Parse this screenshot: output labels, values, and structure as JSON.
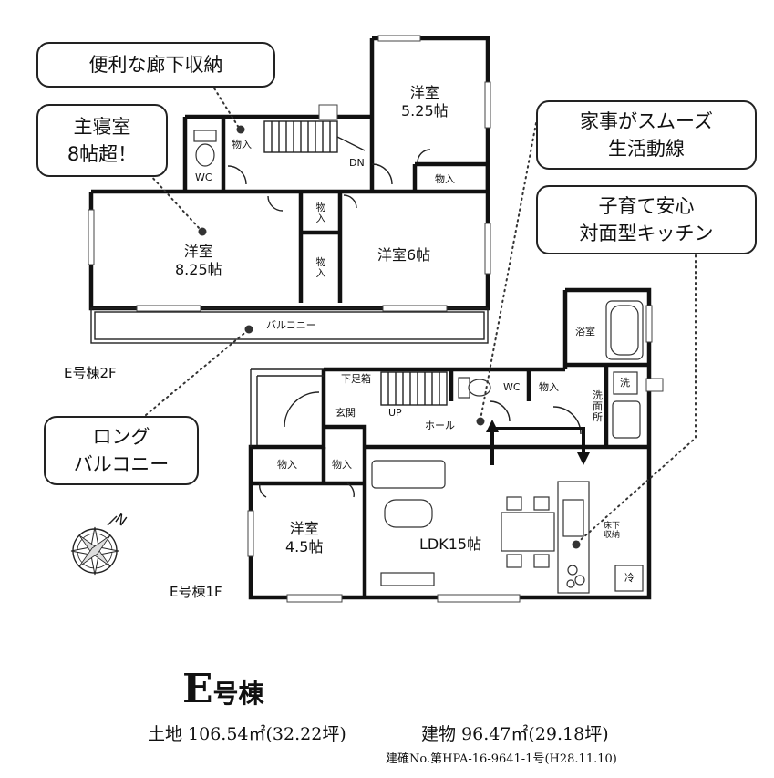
{
  "callouts": {
    "corridor_storage": "便利な廊下収納",
    "master_bedroom": [
      "主寝室",
      "8帖超！"
    ],
    "housework": [
      "家事がスムーズ",
      "生活動線"
    ],
    "kitchen": [
      "子育て安心",
      "対面型キッチン"
    ],
    "balcony": [
      "ロング",
      "バルコニー"
    ]
  },
  "floor2": {
    "label": "E号棟2F",
    "rooms": {
      "west_top": [
        "洋室",
        "5.25帖"
      ],
      "west_large": [
        "洋室",
        "8.25帖"
      ],
      "west_6": "洋室6帖",
      "balcony": "バルコニー"
    },
    "storage": "物入",
    "wc": "WC",
    "dn": "DN"
  },
  "floor1": {
    "label": "E号棟1F",
    "rooms": {
      "bath": "浴室",
      "wash": [
        "洗",
        "面",
        "所"
      ],
      "wash_mark": "洗",
      "shoe": "下足箱",
      "entrance": "玄関",
      "hall": "ホール",
      "up": "UP",
      "wc": "WC",
      "west_45": [
        "洋室",
        "4.5帖"
      ],
      "ldk": "LDK15帖",
      "floor_storage": [
        "床下",
        "収納"
      ],
      "fridge": "冷"
    },
    "storage": "物入"
  },
  "compass": "N",
  "title": {
    "letter": "E",
    "rest": "号棟"
  },
  "land_area": "土地 106.54㎡(32.22坪)",
  "building_area": "建物 96.47㎡(29.18坪)",
  "permit": "建確No.第HPA-16-9641-1号(H28.11.10)"
}
